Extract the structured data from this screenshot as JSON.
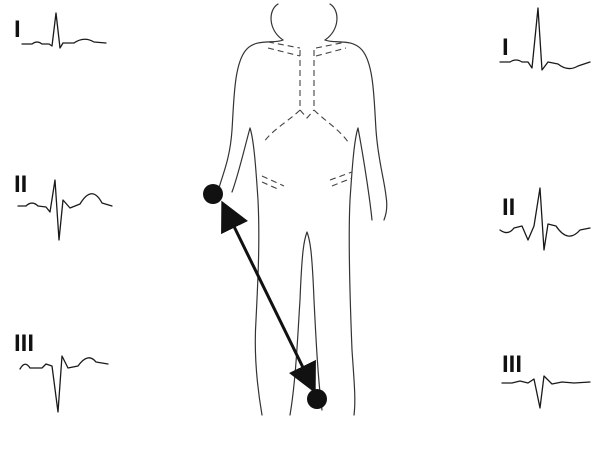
{
  "leads_left": [
    {
      "label": "I"
    },
    {
      "label": "II"
    },
    {
      "label": "III"
    }
  ],
  "leads_right": [
    {
      "label": "I"
    },
    {
      "label": "II"
    },
    {
      "label": "III"
    }
  ],
  "colors": {
    "ink": "#1a1a1a",
    "electrode": "#111111",
    "background": "#ffffff"
  },
  "icons": {
    "electrode_right_arm": "filled-circle",
    "electrode_left_leg": "filled-circle",
    "vector": "double-headed-arrow"
  }
}
